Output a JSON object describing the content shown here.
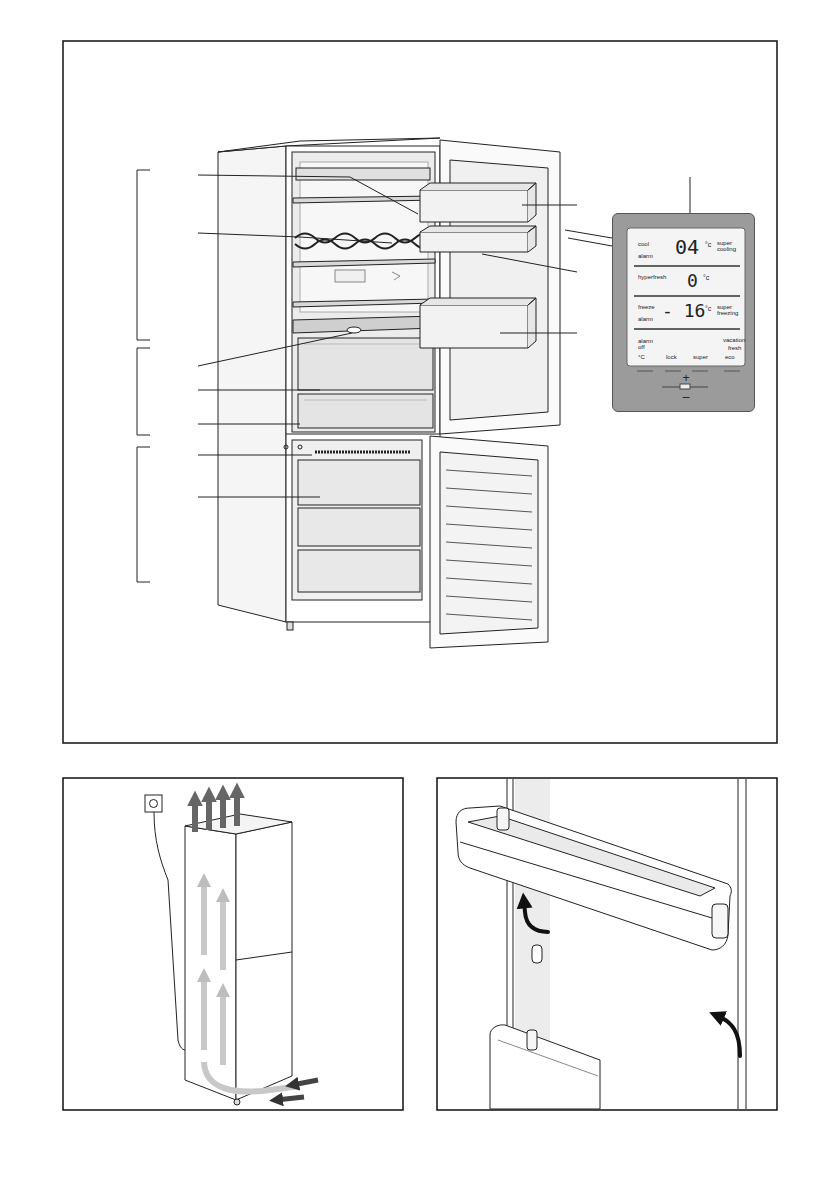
{
  "diagram": {
    "nodes": [
      {
        "text": [
          "cool",
          "04",
          "°c",
          "super cooling",
          "alarm",
          "hyperfresh",
          "0",
          "°c",
          "freeze",
          "- 16",
          "°c",
          "super freezing",
          "alarm",
          "alarm off",
          "vacation",
          "fresh",
          "°C",
          "lock",
          "super",
          "eco",
          "+",
          "–"
        ]
      }
    ]
  }
}
